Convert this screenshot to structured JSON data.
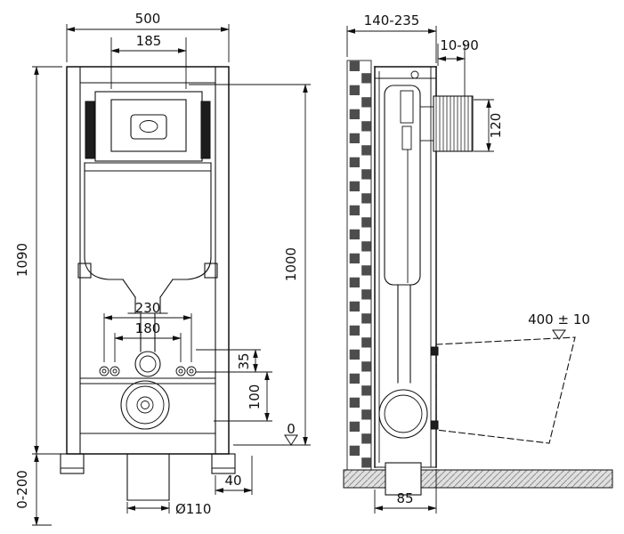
{
  "drawing": {
    "colors": {
      "ink": "#111111",
      "tile": "#4d4d4d",
      "floor": "#e0e0e0"
    },
    "front": {
      "width_500": "500",
      "width_185": "185",
      "height_1090": "1090",
      "height_1000": "1000",
      "width_230": "230",
      "width_180": "180",
      "offset_35": "35",
      "offset_100": "100",
      "datum_0": "0",
      "adjust_0_200": "0-200",
      "offset_40": "40",
      "drain_diameter": "Ø110"
    },
    "side": {
      "depth_140_235": "140-235",
      "finish_10_90": "10-90",
      "conduit_120": "120",
      "seat_height": "400 ± 10",
      "drain_offset_85": "85"
    }
  }
}
